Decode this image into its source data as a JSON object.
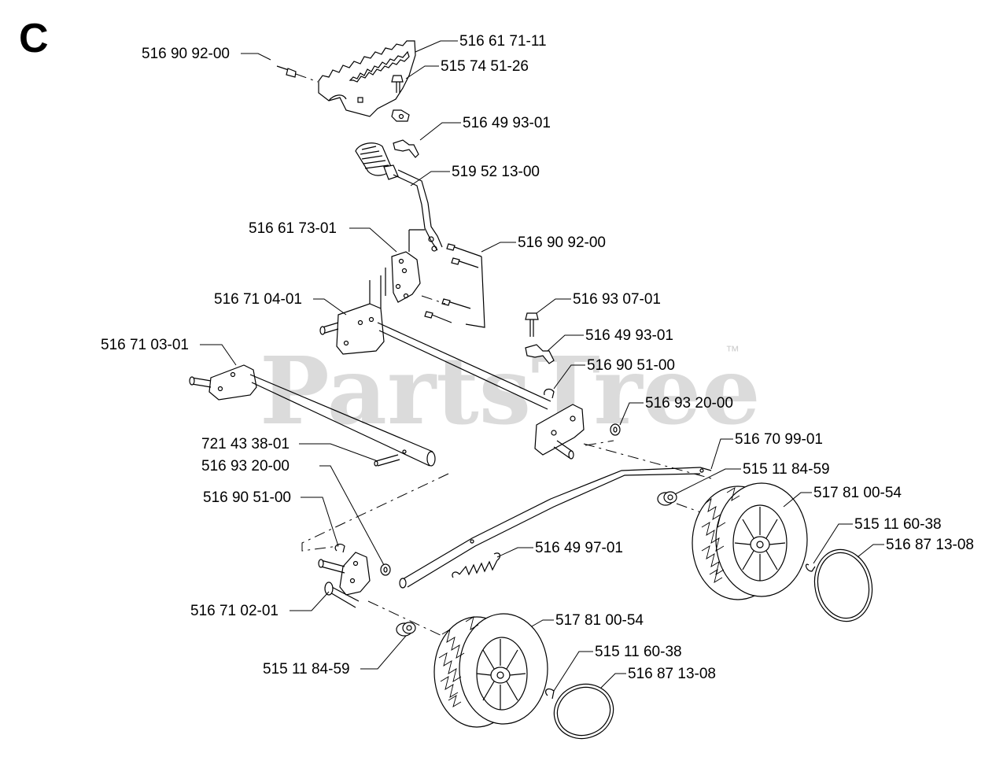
{
  "section_letter": "C",
  "watermark": "PartsTree",
  "watermark_tm": "™",
  "labels": [
    "516 90 92-00",
    "516 61 71-11",
    "515 74 51-26",
    "516 49 93-01",
    "519 52 13-00",
    "516 61 73-01",
    "516 90 92-00",
    "516 71 04-01",
    "516 93 07-01",
    "516 49 93-01",
    "516 71 03-01",
    "516 90 51-00",
    "516 93 20-00",
    "721 43 38-01",
    "516 70 99-01",
    "516 93 20-00",
    "515 11 84-59",
    "517 81 00-54",
    "516 90 51-00",
    "515 11 60-38",
    "516 87 13-08",
    "516 49 97-01",
    "516 71 02-01",
    "517 81 00-54",
    "515 11 60-38",
    "515 11 84-59",
    "516 87 13-08"
  ]
}
